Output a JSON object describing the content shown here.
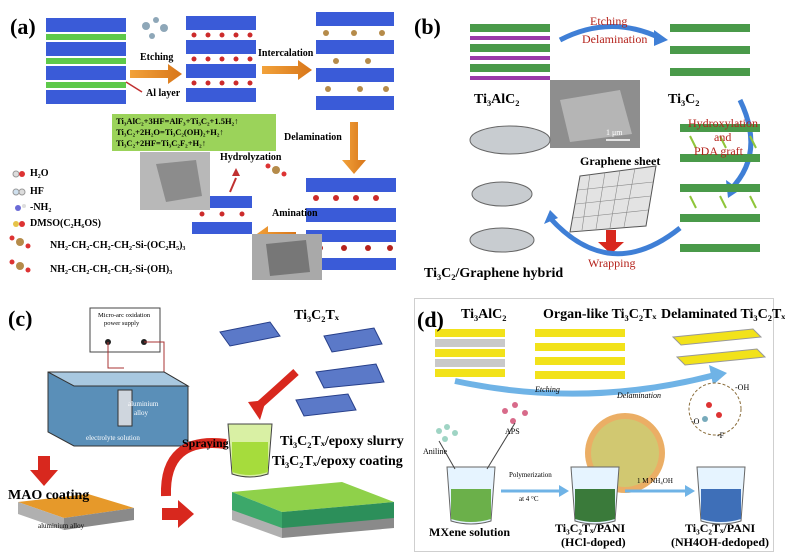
{
  "panel_a": {
    "label": "(a)",
    "arrow_etching": "Etching",
    "arrow_intercalation": "Intercalation",
    "al_layer": "Al layer",
    "delamination": "Delamination",
    "hydrolyzation": "Hydrolyzation",
    "amination": "Amination",
    "equations": [
      "Ti₃AlC₂+3HF=AlF₃+Ti₃C₂+1.5H₂↑",
      "Ti₃C₂+2H₂O=Ti₃C₂(OH)₂+H₂↑",
      "Ti₃C₂+2HF=Ti₃C₂F₂+H₂↑"
    ],
    "legend": [
      {
        "icon": "water-molecule-icon",
        "text": "H₂O"
      },
      {
        "icon": "hf-molecule-icon",
        "text": "HF"
      },
      {
        "icon": "amine-group-icon",
        "text": "-NH₂"
      },
      {
        "icon": "dmso-molecule-icon",
        "text": "DMSO(C₂H₆OS)"
      }
    ],
    "formula_1": "NH₂-CH₂-CH₂-CH₂-Si-(OC₂H₅)₃",
    "formula_2": "NH₂-CH₂-CH₂-CH₂-Si-(OH)₃"
  },
  "panel_b": {
    "label": "(b)",
    "etching": "Etching",
    "delamination": "Delamination",
    "ti3alc2": "Ti₃AlC₂",
    "ti3c2": "Ti₃C₂",
    "hydroxylation": "Hydroxylation",
    "and": "and",
    "pda_graft": "PDA graft",
    "graphene_sheet": "Graphene sheet",
    "wrapping": "Wrapping",
    "hybrid": "Ti₃C₂/Graphene hybrid",
    "scale": "1 μm"
  },
  "panel_c": {
    "label": "(c)",
    "power_supply_1": "Micro-arc oxidation",
    "power_supply_2": "power supply",
    "alloy_1": "aluminium",
    "alloy_2": "alloy",
    "electrolyte": "electrolyte solution",
    "ti3c2tx": "Ti₃C₂Tₓ",
    "spraying": "Spraying",
    "slurry": "Ti₃C₂Tₓ/epoxy slurry",
    "coating": "Ti₃C₂Tₓ/epoxy coating",
    "mao": "MAO coating",
    "substrate": "aluminium alloy"
  },
  "panel_d": {
    "label": "(d)",
    "ti3alc2": "Ti₃AlC₂",
    "organ_like": "Organ-like Ti₃C₂Tₓ",
    "delaminated": "Delaminated Ti₃C₂Tₓ",
    "etching": "Etching",
    "delamination": "Delamination",
    "oh": "-OH",
    "o": "-O",
    "f": "-F",
    "aniline": "Aniline",
    "aps": "APS",
    "polymerization": "Polymerization",
    "temp": "at 4 °C",
    "nh4oh": "1 M NH₄OH",
    "mxene": "MXene solution",
    "pani_1": "Ti₃C₂Tₓ/PANI",
    "pani_1b": "(HCl-doped)",
    "pani_2": "Ti₃C₂Tₓ/PANI",
    "pani_2b": "(NH4OH-dedoped)"
  },
  "colors": {
    "mxene_blue": "#3a5bd8",
    "al_green": "#5ec94a",
    "arrow_orange": "#e8891a",
    "arrow_red": "#d8281e",
    "dark_red_text": "#b5231c",
    "yellow_layer": "#f2e21a",
    "beaker_green": "#9be04a",
    "eq_green": "#9bd35a",
    "cyclic_blue": "#3f7fd6"
  }
}
